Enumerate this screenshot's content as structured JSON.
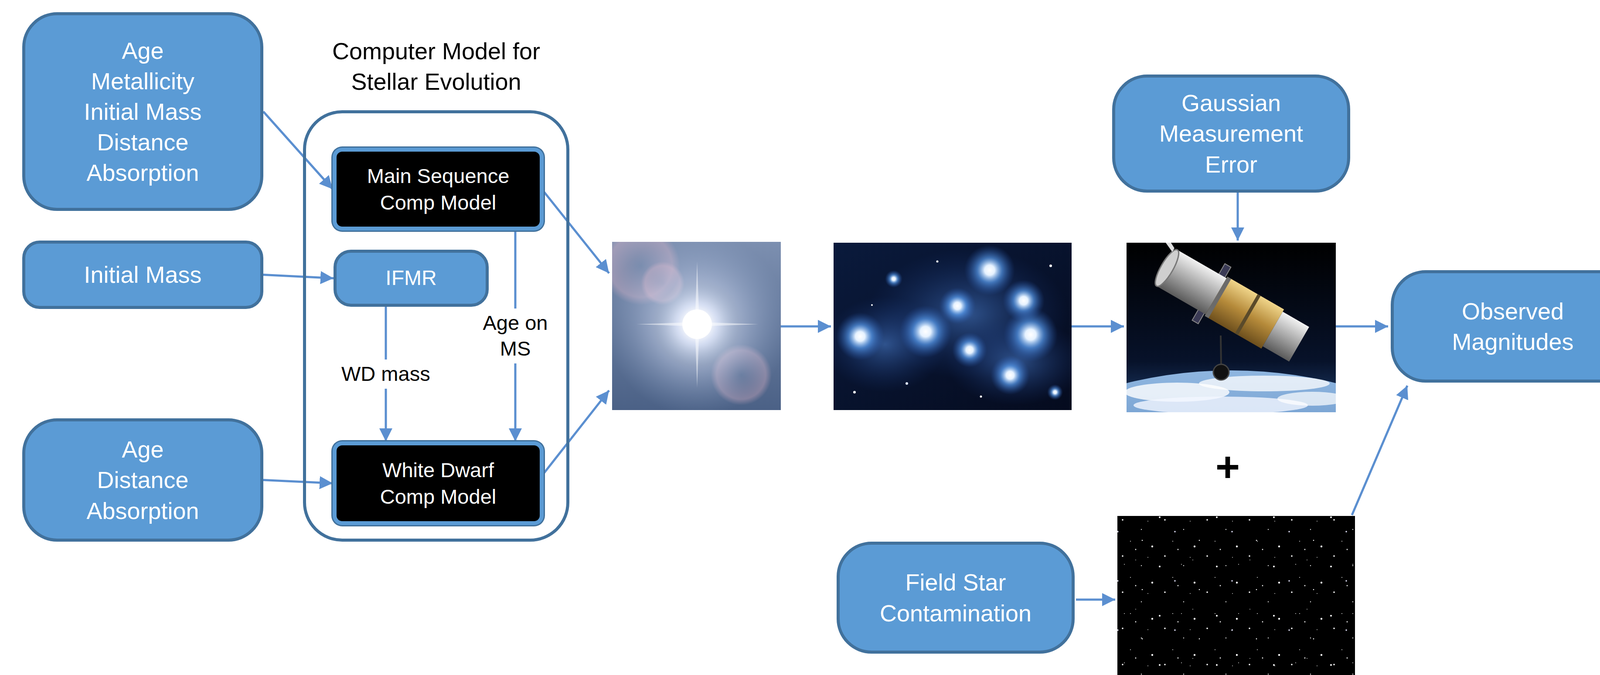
{
  "diagram": {
    "nodes": [
      {
        "text": [
          "Age Metallicity Initial Mass Distance Absorption"
        ]
      },
      {
        "text": [
          "Initial Mass"
        ]
      },
      {
        "text": [
          "Age Distance Absorption"
        ]
      },
      {
        "text": [
          "Computer Model for Stellar Evolution"
        ]
      },
      {
        "text": [
          "Main Sequence Comp Model"
        ],
        "in": 3
      },
      {
        "text": [
          "IFMR"
        ],
        "in": 3
      },
      {
        "text": [
          "White Dwarf Comp Model"
        ],
        "in": 3
      },
      {
        "text": [
          "Gaussian Measurement Error"
        ]
      },
      {
        "text": [
          "Observed Magnitudes"
        ]
      },
      {
        "text": [
          "Field Star Contamination"
        ]
      }
    ],
    "edges": [
      {
        "from": 0,
        "to": 4,
        "arrow": "to"
      },
      {
        "from": 1,
        "to": 5,
        "arrow": "to"
      },
      {
        "from": 2,
        "to": 6,
        "arrow": "to"
      },
      {
        "from": 5,
        "to": 6,
        "label": "WD mass",
        "arrow": "to"
      },
      {
        "from": 4,
        "to": 6,
        "label": "Age on MS",
        "arrow": "to"
      }
    ],
    "labels": [
      "+"
    ]
  }
}
